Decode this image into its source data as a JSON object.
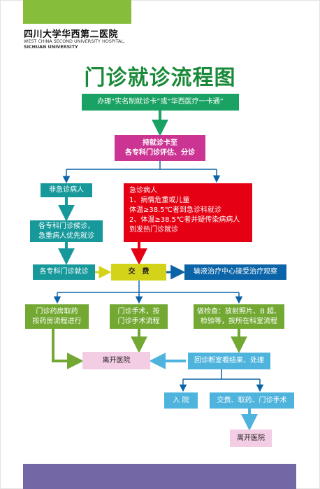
{
  "header": {
    "hospital_name_cn": "四川大学华西第二医院",
    "hospital_name_en_line1": "WEST CHINA SECOND UNIVERSITY HOSPITAL,",
    "hospital_name_en_line2": "SICHUAN UNIVERSITY"
  },
  "title": "门诊就诊流程图",
  "nodes": {
    "register": "办理“实名制就诊卡”或“华西医疗一卡通”",
    "triage_line1": "持就诊卡至",
    "triage_line2": "各专科门诊评估、分诊",
    "non_emergency": "非急诊病人",
    "emergency": {
      "line1": "急诊病人",
      "line2": "1、病情危重或儿童",
      "line3": "体温≥38.5℃者到急诊科就诊",
      "line4": "2、体温≥38.5℃者并疑传染病病人",
      "line5": "到发热门诊就诊"
    },
    "waiting_line1": "各专科门诊候诊，",
    "waiting_line2": "急重病人优先就诊",
    "consult": "各专科门诊就诊",
    "payment": "交　费",
    "infusion": "输液治疗中心接受治疗观察",
    "pharmacy_line1": "门诊药房取药",
    "pharmacy_line2": "按药房流程进行",
    "surgery_line1": "门诊手术，按",
    "surgery_line2": "门诊手术流程",
    "exam_line1": "做检查：放射照片、B 超、",
    "exam_line2": "检验等，按所在科室流程",
    "leave1": "离开医院",
    "return_visit": "回诊断室看结果、处理",
    "admit": "入 院",
    "followup": "交费、取药、门诊手术",
    "leave2": "离开医院"
  },
  "colors": {
    "green_header": "#86bd3b",
    "purple_footer": "#7467a5",
    "green_box": "#1aa264",
    "magenta": "#cc3494",
    "teal": "#17999b",
    "red": "#e60013",
    "yellow": "#d3d31a",
    "blue": "#0b64a8",
    "olive": "#73a833",
    "lightblue": "#4fb4dd",
    "lavender": "#f2cde3",
    "title_green": "#1a8a3a"
  }
}
